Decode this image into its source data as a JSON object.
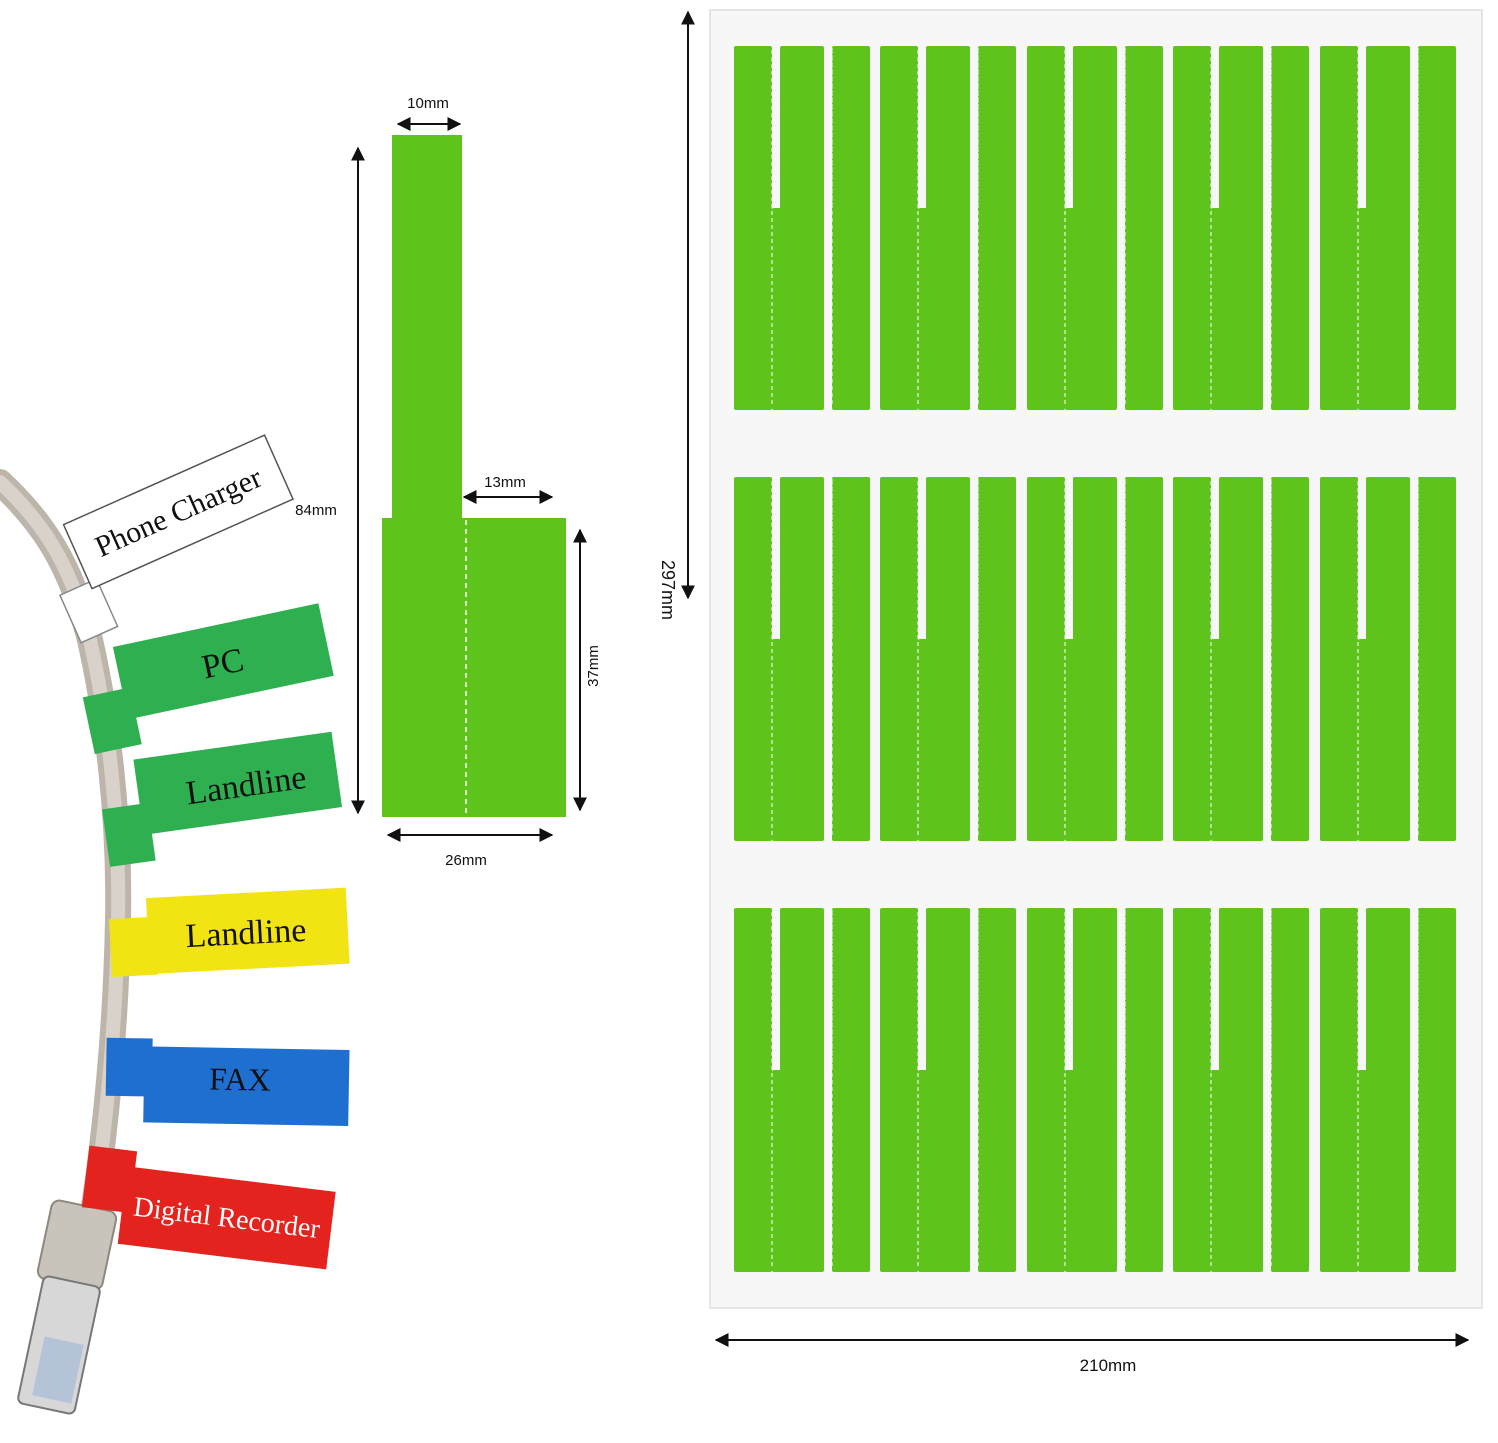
{
  "dimensions": {
    "top_width": "10mm",
    "total_height": "84mm",
    "flag_width": "13mm",
    "flag_height": "37mm",
    "bottom_width": "26mm",
    "sheet_height": "297mm",
    "sheet_width": "210mm"
  },
  "cable_tags": [
    {
      "label": "Phone Charger",
      "color": "#ffffff",
      "text_color": "#111111"
    },
    {
      "label": "PC",
      "color": "#2fb050",
      "text_color": "#111111"
    },
    {
      "label": "Landline",
      "color": "#2fb050",
      "text_color": "#111111"
    },
    {
      "label": "Landline",
      "color": "#f2e313",
      "text_color": "#111111"
    },
    {
      "label": "FAX",
      "color": "#1f6fd1",
      "text_color": "#111111"
    },
    {
      "label": "Digital Recorder",
      "color": "#e4231f",
      "text_color": "#ffffff"
    }
  ],
  "colors": {
    "label_green": "#5ec41c",
    "sheet_bg": "#f7f7f7",
    "cable": "#c9c2b8"
  }
}
